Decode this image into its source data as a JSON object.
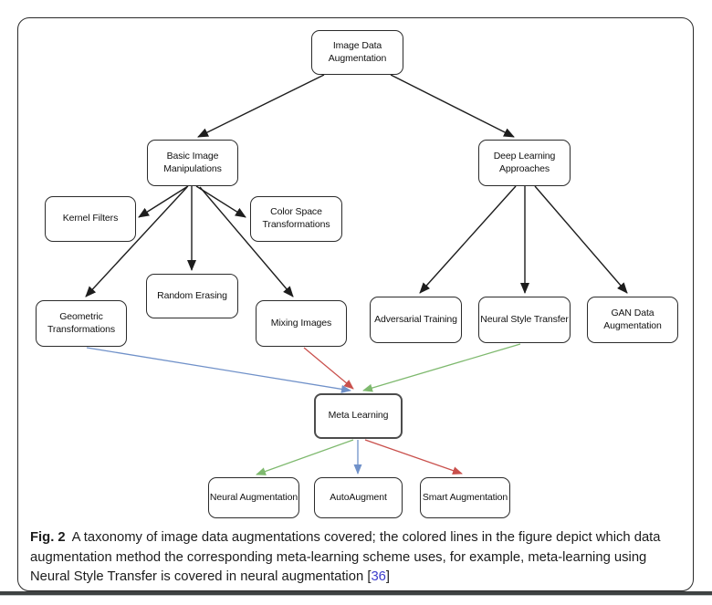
{
  "figure": {
    "caption": {
      "label": "Fig. 2",
      "text": "A taxonomy of image data augmentations covered; the colored lines in the figure depict which data augmentation method the corresponding meta-learning scheme uses, for example, meta-learning using Neural Style Transfer is covered in neural augmentation",
      "citation_open": "[",
      "citation": "36",
      "citation_close": "]"
    },
    "nodes": {
      "image_data_augmentation": "Image Data\nAugmentation",
      "basic_image_manipulations": "Basic Image\nManipulations",
      "deep_learning_approaches": "Deep Learning\nApproaches",
      "kernel_filters": "Kernel Filters",
      "color_space_transformations": "Color Space\nTransformations",
      "random_erasing": "Random Erasing",
      "geometric_transformations": "Geometric\nTransformations",
      "mixing_images": "Mixing Images",
      "adversarial_training": "Adversarial Training",
      "neural_style_transfer": "Neural Style Transfer",
      "gan_data_augmentation": "GAN Data\nAugmentation",
      "meta_learning": "Meta Learning",
      "neural_augmentation": "Neural Augmentation",
      "autoaugment": "AutoAugment",
      "smart_augmentation": "Smart Augmentation"
    },
    "edges": [
      {
        "from": "image_data_augmentation",
        "to": "basic_image_manipulations",
        "color": "black"
      },
      {
        "from": "image_data_augmentation",
        "to": "deep_learning_approaches",
        "color": "black"
      },
      {
        "from": "basic_image_manipulations",
        "to": "kernel_filters",
        "color": "black"
      },
      {
        "from": "basic_image_manipulations",
        "to": "color_space_transformations",
        "color": "black"
      },
      {
        "from": "basic_image_manipulations",
        "to": "random_erasing",
        "color": "black"
      },
      {
        "from": "basic_image_manipulations",
        "to": "geometric_transformations",
        "color": "black"
      },
      {
        "from": "basic_image_manipulations",
        "to": "mixing_images",
        "color": "black"
      },
      {
        "from": "deep_learning_approaches",
        "to": "adversarial_training",
        "color": "black"
      },
      {
        "from": "deep_learning_approaches",
        "to": "neural_style_transfer",
        "color": "black"
      },
      {
        "from": "deep_learning_approaches",
        "to": "gan_data_augmentation",
        "color": "black"
      },
      {
        "from": "geometric_transformations",
        "to": "meta_learning",
        "color": "blue"
      },
      {
        "from": "mixing_images",
        "to": "meta_learning",
        "color": "red"
      },
      {
        "from": "neural_style_transfer",
        "to": "meta_learning",
        "color": "green"
      },
      {
        "from": "meta_learning",
        "to": "neural_augmentation",
        "color": "green"
      },
      {
        "from": "meta_learning",
        "to": "autoaugment",
        "color": "blue"
      },
      {
        "from": "meta_learning",
        "to": "smart_augmentation",
        "color": "red"
      }
    ],
    "colors": {
      "black": "#1d1d1d",
      "blue": "#7091c9",
      "red": "#c9504c",
      "green": "#7eb96e",
      "citation_link": "#3c3ccc",
      "bottom_bar": "#3e4242"
    }
  }
}
